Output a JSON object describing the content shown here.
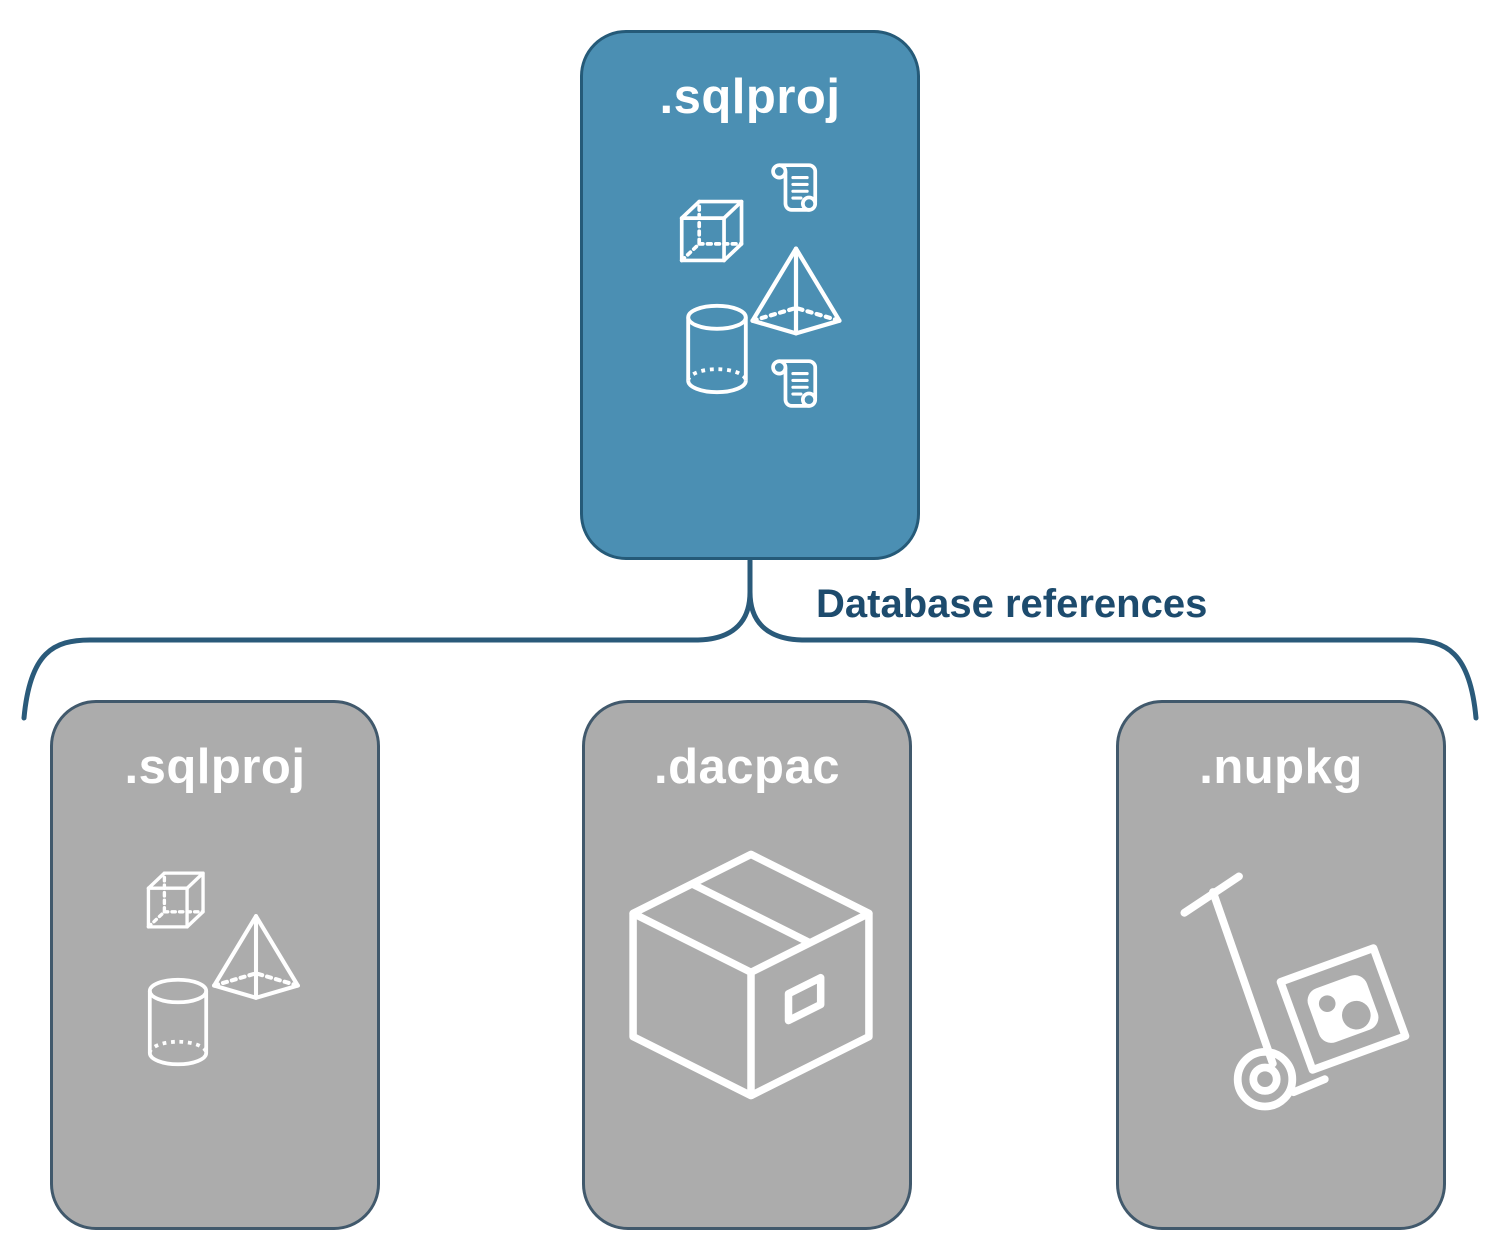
{
  "diagram": {
    "root_node": {
      "label": ".sqlproj",
      "icons": [
        "cube-icon",
        "scroll-icon",
        "pyramid-icon",
        "cylinder-icon",
        "scroll-icon"
      ]
    },
    "edge_label": "Database references",
    "child_nodes": [
      {
        "label": ".sqlproj",
        "icons": [
          "cube-icon",
          "pyramid-icon",
          "cylinder-icon"
        ]
      },
      {
        "label": ".dacpac",
        "icons": [
          "package-box-icon"
        ]
      },
      {
        "label": ".nupkg",
        "icons": [
          "hand-truck-icon"
        ]
      }
    ],
    "colors": {
      "root_fill": "#4b8fb3",
      "root_border": "#255a78",
      "child_fill": "#acacac",
      "child_border": "#41596c",
      "node_label_text": "#ffffff",
      "connector": "#2a5a7a",
      "edge_label_text": "#1d4b6d",
      "background": "#ffffff"
    }
  }
}
